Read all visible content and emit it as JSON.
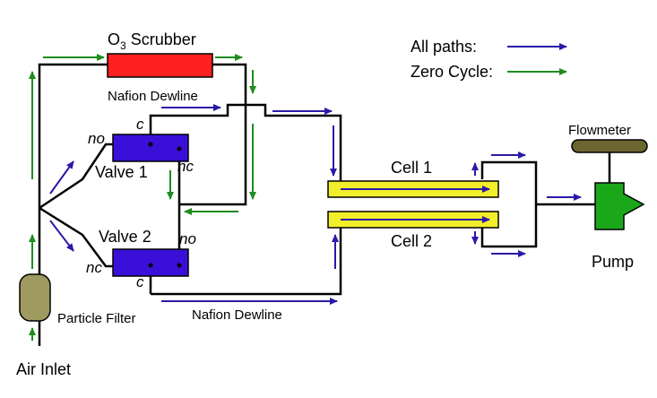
{
  "diagram": {
    "legend": {
      "all_paths_label": "All paths:",
      "zero_cycle_label": "Zero Cycle:",
      "all_paths_color": "#2a1aa8",
      "zero_cycle_color": "#1e8c1e"
    },
    "components": {
      "scrubber": {
        "label_main": "O",
        "label_sub": "3",
        "label_rest": " Scrubber",
        "color": "#ff2020"
      },
      "nafion_top": "Nafion Dewline",
      "nafion_bottom": "Nafion Dewline",
      "valve1": {
        "label": "Valve 1",
        "port_no": "no",
        "port_c": "c",
        "port_nc": "nc",
        "color": "#3a10d8"
      },
      "valve2": {
        "label": "Valve 2",
        "port_no": "no",
        "port_c": "c",
        "port_nc": "nc",
        "color": "#3a10d8"
      },
      "cell1": {
        "label": "Cell 1",
        "color": "#f2ee2a"
      },
      "cell2": {
        "label": "Cell 2",
        "color": "#f2ee2a"
      },
      "flowmeter": {
        "label": "Flowmeter",
        "color": "#6b6630"
      },
      "pump": {
        "label": "Pump",
        "color": "#1aa81a"
      },
      "particle_filter": {
        "label": "Particle Filter",
        "color": "#9e9a60"
      },
      "air_inlet": "Air Inlet"
    }
  }
}
